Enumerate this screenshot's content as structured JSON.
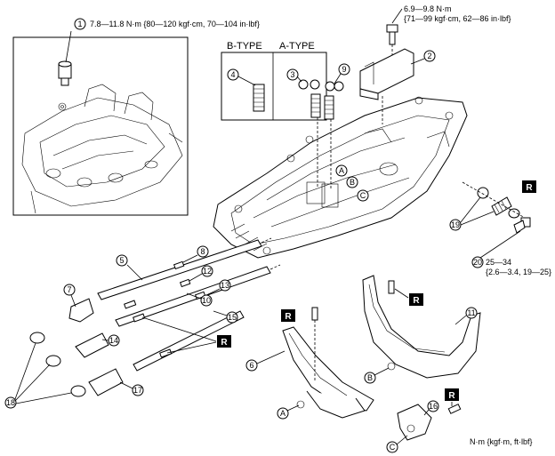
{
  "torques": {
    "t1": "7.8—11.8 N·m {80—120 kgf·cm, 70—104 in·lbf}",
    "t2_line1": "6.9—9.8 N·m",
    "t2_line2": "{71—99 kgf·cm, 62—86 in·lbf}",
    "t20_line1": "25—34",
    "t20_line2": "{2.6—3.4, 19—25}"
  },
  "types": {
    "b_type": "B-TYPE",
    "a_type": "A-TYPE"
  },
  "callouts": {
    "n1": "1",
    "n2": "2",
    "n3": "3",
    "n4": "4",
    "n5": "5",
    "n6": "6",
    "n7": "7",
    "n8": "8",
    "n9": "9",
    "n10": "10",
    "n11": "11",
    "n12": "12",
    "n13": "13",
    "n14": "14",
    "n15": "15",
    "n16": "16",
    "n17": "17",
    "n18": "18",
    "n19": "19",
    "n20": "20"
  },
  "refs": {
    "a": "A",
    "b": "B",
    "c": "C"
  },
  "replace_mark": "R",
  "units_note": "N·m {kgf·m, ft·lbf}"
}
